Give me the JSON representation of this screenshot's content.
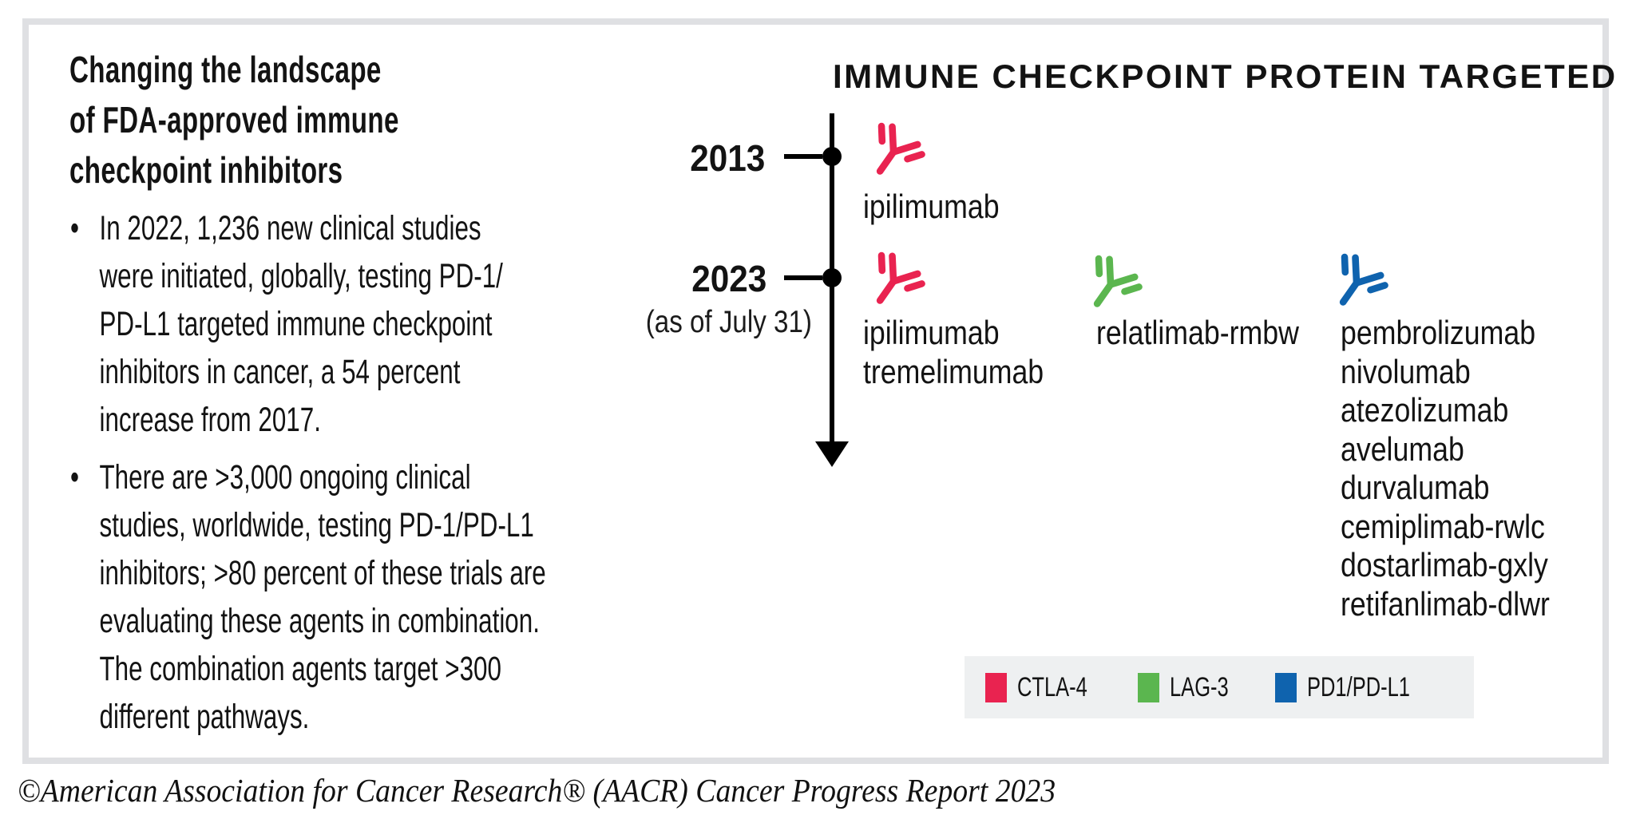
{
  "card": {
    "title": "Changing the landscape\nof FDA-approved immune\ncheckpoint inhibitors",
    "bullet_glyph": "•",
    "bullets": [
      "In 2022, 1,236 new clinical studies\nwere initiated, globally, testing PD-1/\nPD-L1 targeted immune checkpoint\ninhibitors in cancer, a 54 percent\nincrease from 2017.",
      "There are >3,000 ongoing clinical\nstudies, worldwide, testing PD-1/PD-L1\ninhibitors; >80 percent of these trials are\nevaluating these agents in combination.\nThe combination agents target >300\ndifferent pathways."
    ]
  },
  "diagram": {
    "heading": "IMMUNE CHECKPOINT PROTEIN TARGETED",
    "colors": {
      "ctla4": "#e92350",
      "lag3": "#5bb64f",
      "pd1": "#0f63ae"
    },
    "timeline": [
      {
        "year": "2013",
        "note": "",
        "groups": [
          {
            "target": "CTLA-4",
            "color": "#e92350",
            "drugs": "ipilimumab"
          }
        ]
      },
      {
        "year": "2023",
        "note": "(as of July 31)",
        "groups": [
          {
            "target": "CTLA-4",
            "color": "#e92350",
            "drugs": "ipilimumab\ntremelimumab"
          },
          {
            "target": "LAG-3",
            "color": "#5bb64f",
            "drugs": "relatlimab-rmbw"
          },
          {
            "target": "PD1/PD-L1",
            "color": "#0f63ae",
            "drugs": "pembrolizumab\nnivolumab\natezolizumab\navelumab\ndurvalumab\ncemiplimab-rwlc\ndostarlimab-gxly\nretifanlimab-dlwr"
          }
        ]
      }
    ],
    "legend": [
      {
        "label": "CTLA-4",
        "color": "#e92350"
      },
      {
        "label": "LAG-3",
        "color": "#5bb64f"
      },
      {
        "label": "PD1/PD-L1",
        "color": "#0f63ae"
      }
    ]
  },
  "footer": {
    "credit": "©American Association for Cancer Research® (AACR) Cancer Progress Report 2023"
  }
}
